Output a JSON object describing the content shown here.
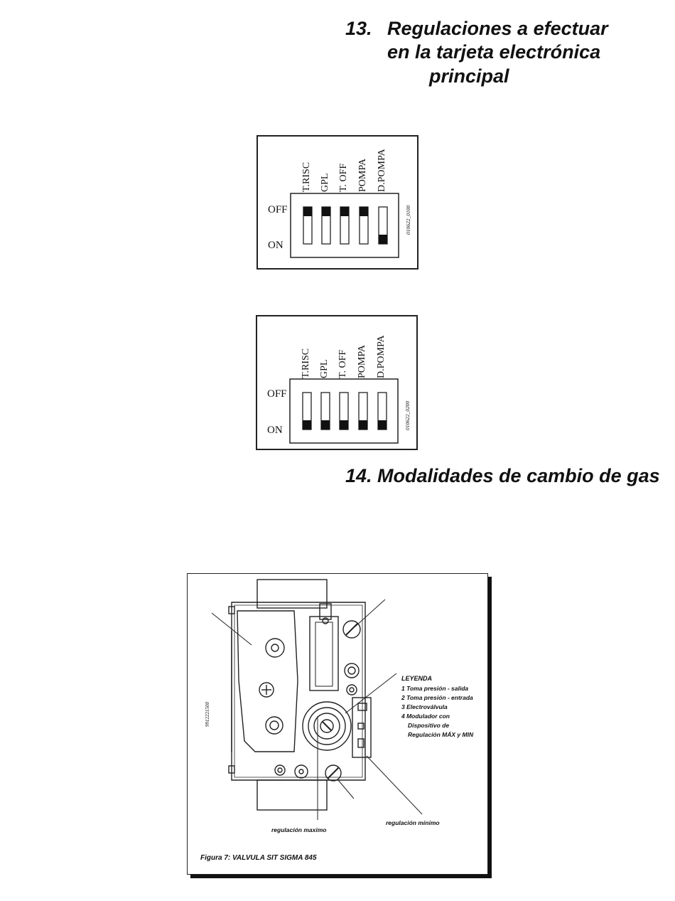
{
  "section13": {
    "number": "13.",
    "line1": "Regulaciones a efectuar",
    "line2": "en la tarjeta electrónica",
    "line3": "principal"
  },
  "dip1": {
    "switch_labels": [
      "T.RISC",
      "GPL",
      "T. OFF",
      "POMPA",
      "D.POMPA"
    ],
    "off_label": "OFF",
    "on_label": "ON",
    "code": "010622_0100",
    "positions": [
      "off",
      "off",
      "off",
      "off",
      "on"
    ]
  },
  "dip2": {
    "switch_labels": [
      "T.RISC",
      "GPL",
      "T. OFF",
      "POMPA",
      "D.POMPA"
    ],
    "off_label": "OFF",
    "on_label": "ON",
    "code": "010622_0200",
    "positions": [
      "on",
      "on",
      "on",
      "on",
      "on"
    ]
  },
  "section14": {
    "title": "14. Modalidades de cambio de gas"
  },
  "figure7": {
    "legend_title": "LEYENDA",
    "legend_items": [
      "1 Toma presión - salida",
      "2 Toma presión - entrada",
      "3 Electroválvula",
      "4 Modulador con",
      "Dispositivo de",
      "Regulación MÁX y MIN"
    ],
    "label_max": "regulación maximo",
    "label_min": "regulación minimo",
    "side_code": "9912221500",
    "caption": "Figura 7: VALVULA SIT SIGMA 845"
  }
}
